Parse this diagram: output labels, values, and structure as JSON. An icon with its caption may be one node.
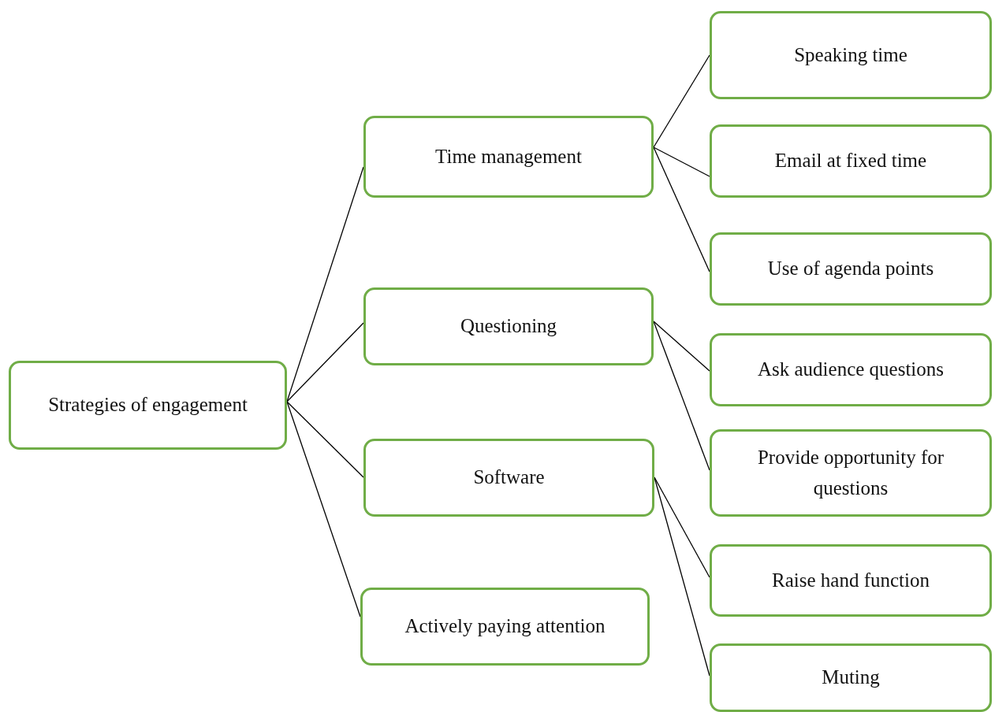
{
  "diagram": {
    "nodes": [
      {
        "text": [
          "Strategies of engagement"
        ]
      },
      {
        "text": [
          "Time management"
        ]
      },
      {
        "text": [
          "Questioning"
        ]
      },
      {
        "text": [
          "Software"
        ]
      },
      {
        "text": [
          "Actively paying attention"
        ]
      },
      {
        "text": [
          "Speaking time"
        ]
      },
      {
        "text": [
          "Email at fixed time"
        ]
      },
      {
        "text": [
          "Use of agenda points"
        ]
      },
      {
        "text": [
          "Ask audience questions"
        ]
      },
      {
        "text": [
          "Provide opportunity for questions"
        ]
      },
      {
        "text": [
          "Raise hand function"
        ]
      },
      {
        "text": [
          "Muting"
        ]
      }
    ],
    "edges": [
      {
        "from": 0,
        "to": 1,
        "arrow": "none"
      },
      {
        "from": 0,
        "to": 2,
        "arrow": "none"
      },
      {
        "from": 0,
        "to": 3,
        "arrow": "none"
      },
      {
        "from": 0,
        "to": 4,
        "arrow": "none"
      },
      {
        "from": 1,
        "to": 5,
        "arrow": "none"
      },
      {
        "from": 1,
        "to": 6,
        "arrow": "none"
      },
      {
        "from": 1,
        "to": 7,
        "arrow": "none"
      },
      {
        "from": 2,
        "to": 8,
        "arrow": "none"
      },
      {
        "from": 2,
        "to": 9,
        "arrow": "none"
      },
      {
        "from": 3,
        "to": 10,
        "arrow": "none"
      },
      {
        "from": 3,
        "to": 11,
        "arrow": "none"
      }
    ]
  }
}
